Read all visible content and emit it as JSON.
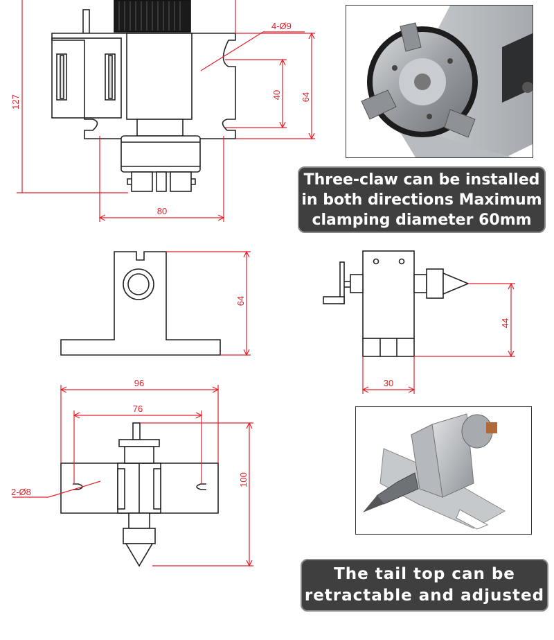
{
  "top_drawing": {
    "hole_label": "4-Ø9",
    "dim_127": "127",
    "dim_40": "40",
    "dim_64": "64",
    "dim_80": "80"
  },
  "bracket_drawing": {
    "dim_64": "64"
  },
  "tailstock_side_drawing": {
    "dim_44": "44",
    "dim_30": "30"
  },
  "tailstock_top_drawing": {
    "dim_96": "96",
    "dim_76": "76",
    "dim_100": "100",
    "hole_label": "2-Ø8"
  },
  "captions": {
    "chuck": {
      "line1": "Three-claw can be installed",
      "line2": "in both directions Maximum",
      "line3": "clamping diameter 60mm"
    },
    "tail": {
      "line1": "The tail top can be",
      "line2": "retractable and adjusted"
    }
  },
  "colors": {
    "dimension": "#e0202a",
    "line": "#222222",
    "caption_bg": "#3f3f3f"
  }
}
